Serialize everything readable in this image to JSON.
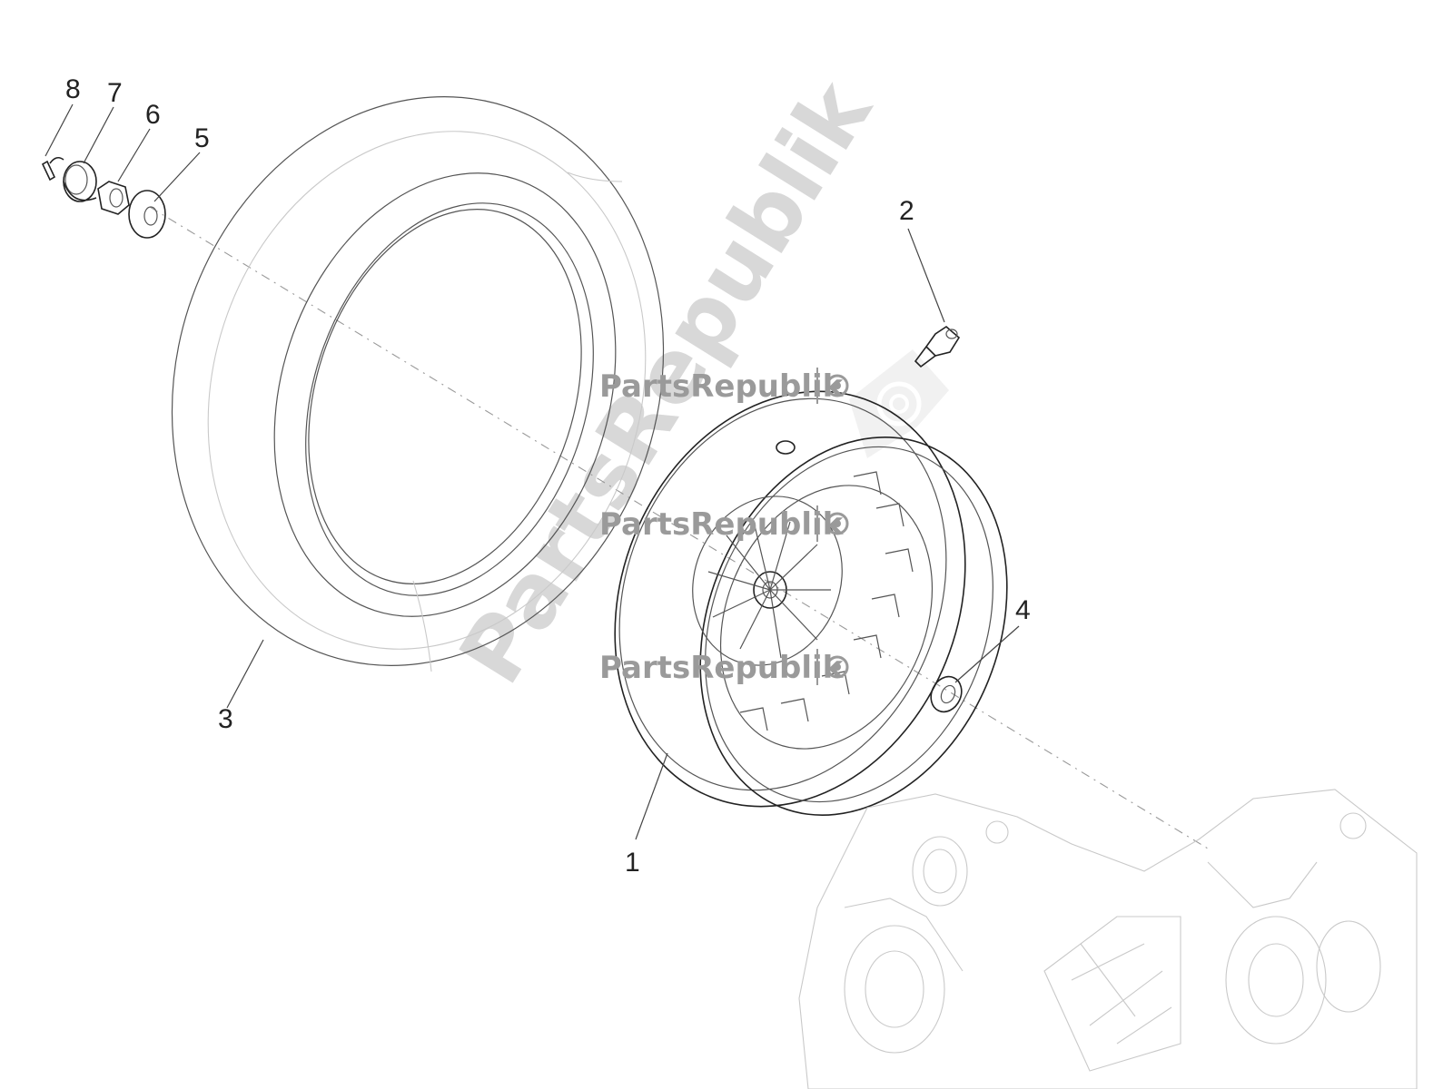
{
  "callouts": {
    "c1": "1",
    "c2": "2",
    "c3": "3",
    "c4": "4",
    "c5": "5",
    "c6": "6",
    "c7": "7",
    "c8": "8"
  },
  "watermark": {
    "brand": "PartsRepublik",
    "diagonal": "PartsRepublik"
  },
  "icons": {
    "watermark_badge": "gear-icon"
  }
}
